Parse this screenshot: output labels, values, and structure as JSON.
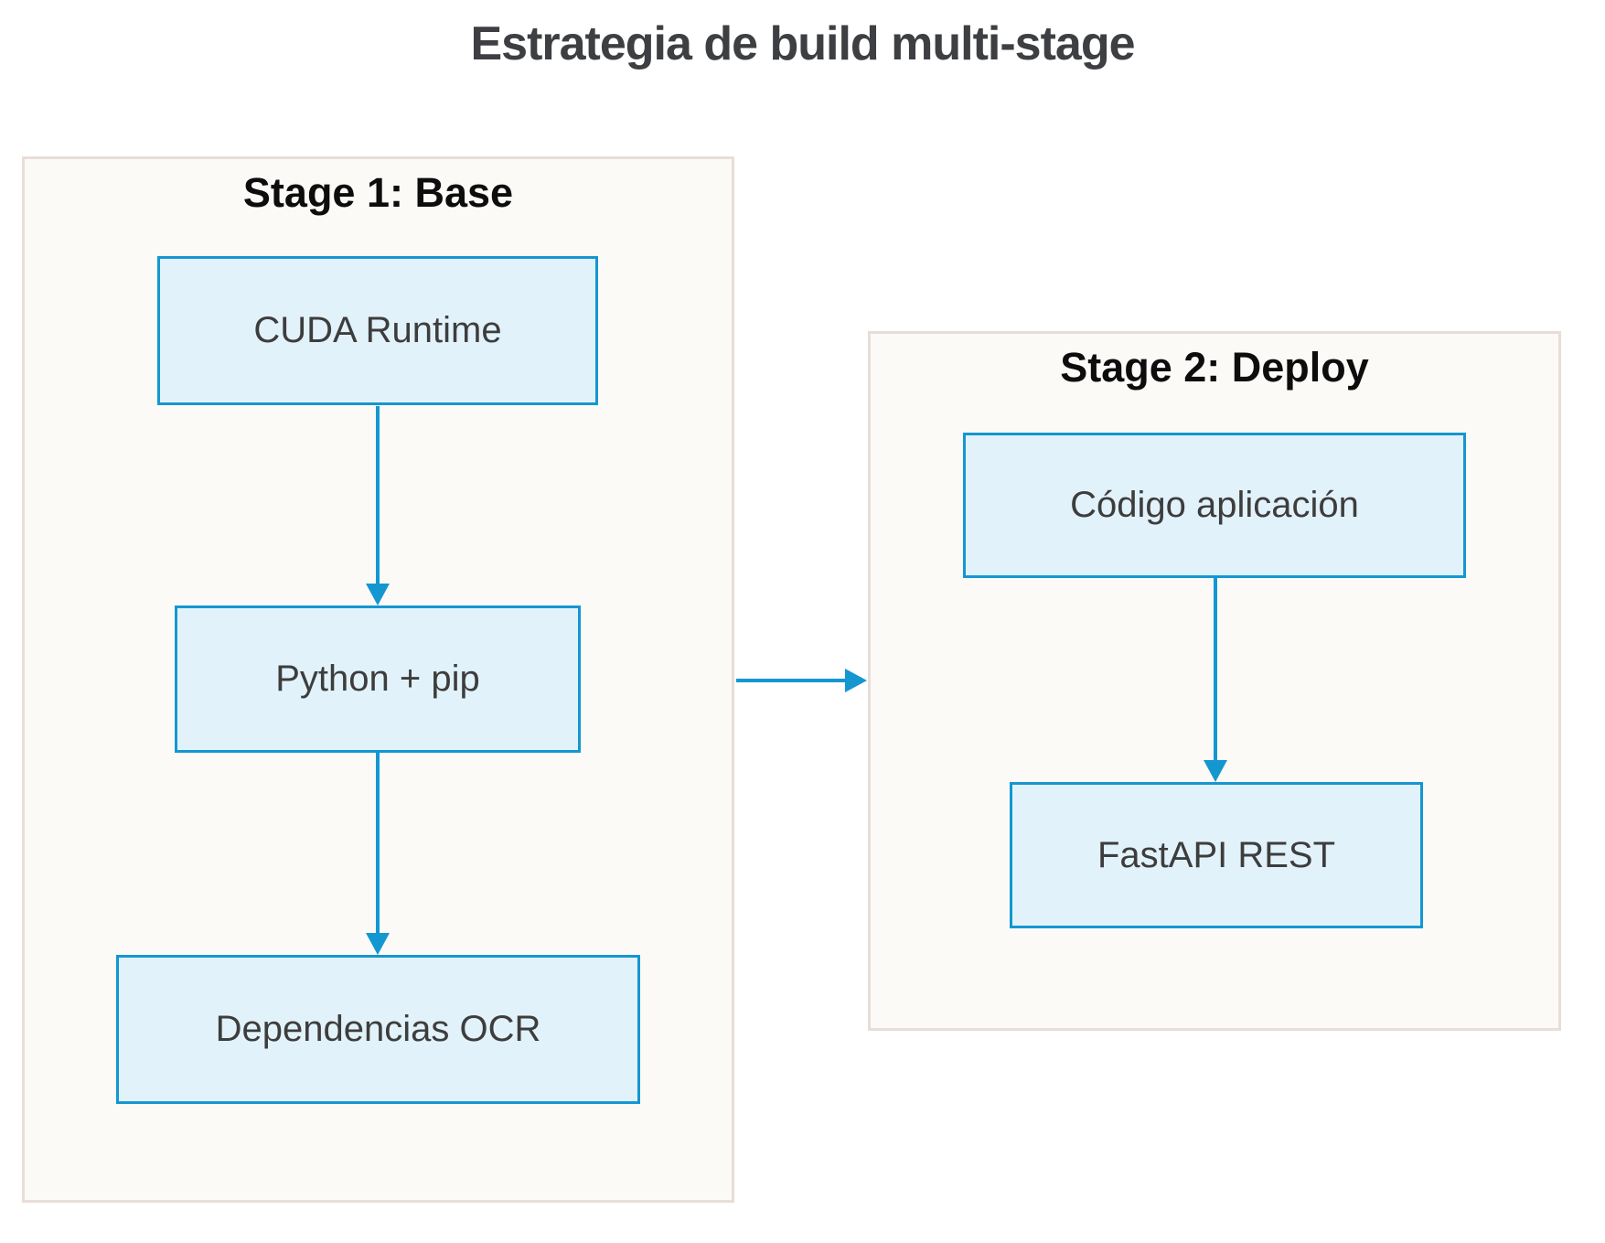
{
  "diagram": {
    "type": "flowchart",
    "title": "Estrategia de build multi-stage",
    "clusters": [
      {
        "id": "stage1",
        "label": "Stage 1: Base",
        "nodes": [
          {
            "id": "cuda",
            "label": "CUDA Runtime"
          },
          {
            "id": "python",
            "label": "Python + pip"
          },
          {
            "id": "ocr",
            "label": "Dependencias OCR"
          }
        ]
      },
      {
        "id": "stage2",
        "label": "Stage 2: Deploy",
        "nodes": [
          {
            "id": "codigo",
            "label": "Código aplicación"
          },
          {
            "id": "fastapi",
            "label": "FastAPI REST"
          }
        ]
      }
    ],
    "edges": [
      {
        "from": "cuda",
        "to": "python",
        "direction": "down"
      },
      {
        "from": "python",
        "to": "ocr",
        "direction": "down"
      },
      {
        "from": "codigo",
        "to": "fastapi",
        "direction": "down"
      },
      {
        "from": "stage1",
        "to": "stage2",
        "direction": "right"
      }
    ],
    "colors": {
      "node_fill": "#e2f2fa",
      "node_border": "#1497d1",
      "arrow": "#1497d1",
      "cluster_fill": "#fcfaf7",
      "cluster_border": "#e8ddd8",
      "node_text": "#3d3d3d",
      "title_text": "#3d3f42",
      "cluster_label_text": "#0d0d0d",
      "canvas_bg": "#ffffff"
    }
  }
}
